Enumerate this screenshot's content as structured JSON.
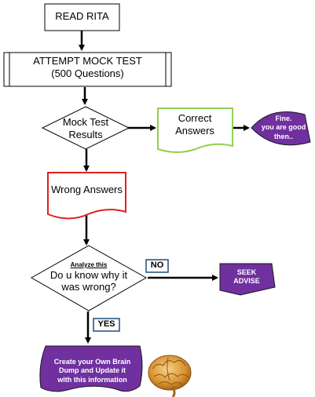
{
  "diagram": {
    "nodes": {
      "read_rita": "READ RITA",
      "mock_test_line1": "ATTEMPT MOCK TEST",
      "mock_test_line2": "(500 Questions)",
      "results_line1": "Mock Test",
      "results_line2": "Results",
      "correct_line1": "Correct",
      "correct_line2": "Answers",
      "fine_line1": "Fine.",
      "fine_line2": "you are good",
      "fine_line3": "then..",
      "wrong": "Wrong Answers",
      "analyze_small": "Analyze this",
      "analyze_line1": "Do u know why it",
      "analyze_line2": "was wrong?",
      "seek_line1": "SEEK",
      "seek_line2": "ADVISE",
      "dump_line1": "Create your Own Brain",
      "dump_line2": "Dump and Update it",
      "dump_line3": "with this information"
    },
    "edge_labels": {
      "no": "NO",
      "yes": "YES"
    },
    "icons": [
      "brain-icon"
    ],
    "colors": {
      "purple_fill": "#7030a0",
      "green_border": "#92d050",
      "red_border": "#e02020",
      "label_box_border": "#1f4e79"
    }
  }
}
